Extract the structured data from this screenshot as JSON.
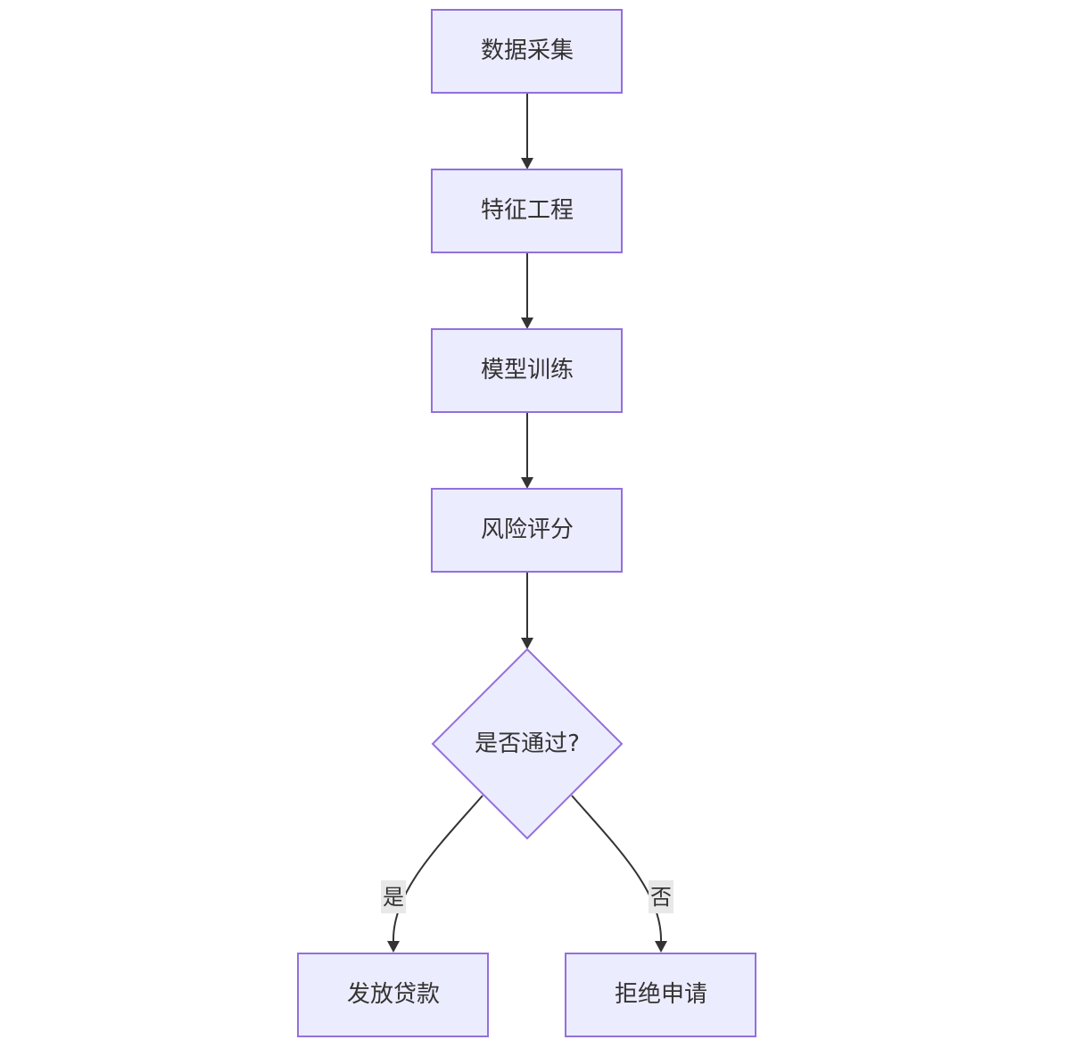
{
  "flowchart": {
    "nodes": {
      "collect": "数据采集",
      "features": "特征工程",
      "train": "模型训练",
      "score": "风险评分",
      "decision": "是否通过?",
      "approve": "发放贷款",
      "reject": "拒绝申请"
    },
    "edges": {
      "yes_label": "是",
      "no_label": "否"
    },
    "colors": {
      "node_fill": "#ECECFF",
      "node_stroke": "#9370DB",
      "edge": "#333333",
      "edge_label_bg": "#e8e8e8"
    }
  }
}
